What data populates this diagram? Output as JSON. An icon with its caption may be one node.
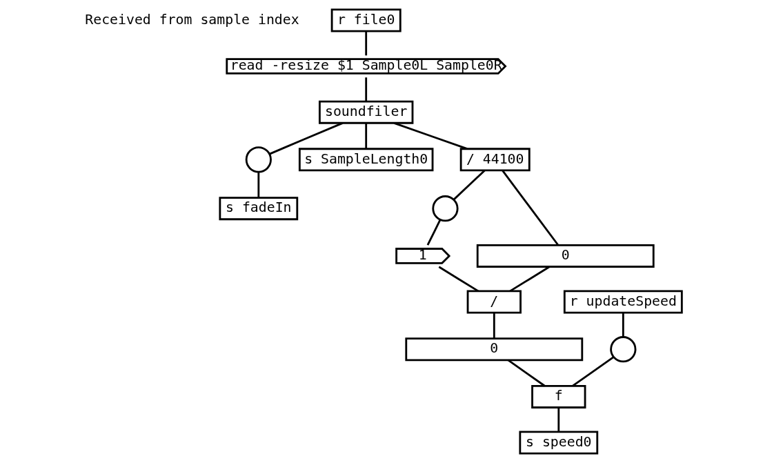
{
  "diagram": {
    "nodes": [
      {
        "text": [
          "r file0"
        ]
      },
      {
        "text": [
          "read -resize $1 Sample0L Sample0R"
        ]
      },
      {
        "text": [
          "soundfiler"
        ]
      },
      {
        "text": [],
        "shape": "circle"
      },
      {
        "text": [
          "s SampleLength0"
        ]
      },
      {
        "text": [
          "s fadeIn"
        ]
      },
      {
        "text": [
          "/ 44100"
        ]
      },
      {
        "text": [],
        "shape": "circle"
      },
      {
        "text": [
          "1"
        ]
      },
      {
        "text": [
          "0"
        ]
      },
      {
        "text": [
          "/"
        ]
      },
      {
        "text": [
          "r updateSpeed"
        ]
      },
      {
        "text": [
          "0"
        ]
      },
      {
        "text": [],
        "shape": "circle"
      },
      {
        "text": [
          "f"
        ]
      },
      {
        "text": [
          "s speed0"
        ]
      }
    ],
    "edges": [
      {
        "from": 0,
        "to": 1,
        "arrow": "none"
      },
      {
        "from": 1,
        "to": 2,
        "arrow": "none"
      },
      {
        "from": 2,
        "to": 3,
        "arrow": "none"
      },
      {
        "from": 2,
        "to": 6,
        "arrow": "none"
      },
      {
        "from": 2,
        "to": 4,
        "arrow": "none"
      },
      {
        "from": 3,
        "to": 5,
        "arrow": "none"
      },
      {
        "from": 6,
        "to": 7,
        "arrow": "none"
      },
      {
        "from": 6,
        "to": 9,
        "arrow": "none"
      },
      {
        "from": 7,
        "to": 8,
        "arrow": "none"
      },
      {
        "from": 8,
        "to": 10,
        "arrow": "none"
      },
      {
        "from": 9,
        "to": 10,
        "arrow": "none"
      },
      {
        "from": 10,
        "to": 12,
        "arrow": "none"
      },
      {
        "from": 11,
        "to": 13,
        "arrow": "none"
      },
      {
        "from": 13,
        "to": 14,
        "arrow": "none"
      },
      {
        "from": 12,
        "to": 14,
        "arrow": "none"
      },
      {
        "from": 14,
        "to": 15,
        "arrow": "none"
      }
    ],
    "labels": [
      "Received from sample index"
    ]
  }
}
